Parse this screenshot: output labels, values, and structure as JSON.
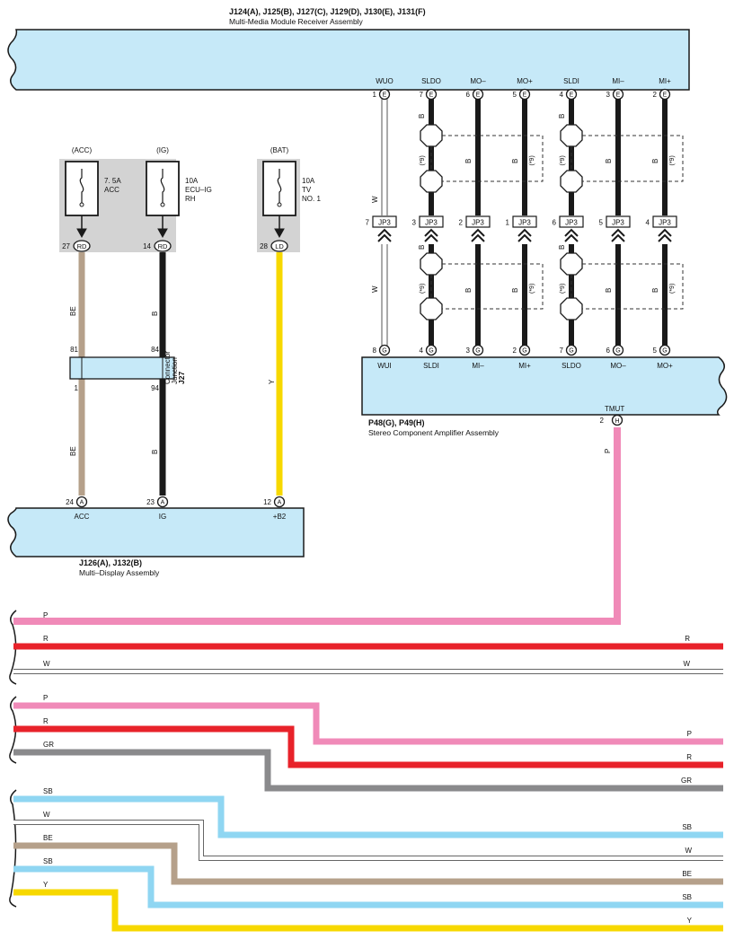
{
  "receiver": {
    "codes": "J124(A), J125(B), J127(C), J129(D), J130(E), J131(F)",
    "name": "Multi-Media Module Receiver Assembly",
    "connector": "E",
    "pins": [
      {
        "label": "WUO",
        "num": "1"
      },
      {
        "label": "SLDO",
        "num": "7"
      },
      {
        "label": "MO–",
        "num": "6"
      },
      {
        "label": "MO+",
        "num": "5"
      },
      {
        "label": "SLDI",
        "num": "4"
      },
      {
        "label": "MI–",
        "num": "3"
      },
      {
        "label": "MI+",
        "num": "2"
      }
    ]
  },
  "amplifier": {
    "codes": "P48(G), P49(H)",
    "name": "Stereo Component Amplifier Assembly",
    "connector": "G",
    "pins": [
      {
        "label": "WUI",
        "num": "8"
      },
      {
        "label": "SLDI",
        "num": "4"
      },
      {
        "label": "MI–",
        "num": "3"
      },
      {
        "label": "MI+",
        "num": "2"
      },
      {
        "label": "SLDO",
        "num": "7"
      },
      {
        "label": "MO–",
        "num": "6"
      },
      {
        "label": "MO+",
        "num": "5"
      }
    ],
    "tmut": {
      "label": "TMUT",
      "num": "2",
      "connector": "H",
      "wire": "P"
    }
  },
  "jp3": {
    "name": "JP3",
    "nums": [
      "7",
      "3",
      "2",
      "1",
      "6",
      "5",
      "4"
    ],
    "wire_upper": [
      "W",
      "B",
      "B",
      "B",
      "B",
      "B",
      "B"
    ],
    "wire_lower": [
      "W",
      "B",
      "B",
      "B",
      "B",
      "B",
      "B"
    ],
    "shield_note": "(*9)"
  },
  "fuses": [
    {
      "source": "(ACC)",
      "rating": "7. 5A",
      "name1": "ACC",
      "name2": "",
      "pin": "27",
      "conn": "RD"
    },
    {
      "source": "(IG)",
      "rating": "10A",
      "name1": "ECU–IG",
      "name2": "RH",
      "pin": "14",
      "conn": "RD"
    },
    {
      "source": "(BAT)",
      "rating": "10A",
      "name1": "TV",
      "name2": "NO. 1",
      "pin": "28",
      "conn": "LD"
    }
  ],
  "junction": {
    "code": "J27",
    "name1": "Junction",
    "name2": "Connector",
    "pins": [
      "81",
      "84",
      "1",
      "94"
    ],
    "wires": [
      "BE",
      "B",
      "Y",
      "BE",
      "B"
    ]
  },
  "display": {
    "codes": "J126(A), J132(B)",
    "name": "Multi–Display Assembly",
    "connector": "A",
    "pins": [
      {
        "label": "ACC",
        "num": "24"
      },
      {
        "label": "IG",
        "num": "23"
      },
      {
        "label": "+B2",
        "num": "12"
      }
    ]
  },
  "legend": {
    "straight": [
      {
        "code": "P",
        "color": "#f08ab8"
      },
      {
        "code": "R",
        "color": "#e8222a"
      },
      {
        "code": "W",
        "color": "#ffffff"
      }
    ],
    "group2": [
      {
        "code": "P",
        "color": "#f08ab8"
      },
      {
        "code": "R",
        "color": "#e8222a"
      },
      {
        "code": "GR",
        "color": "#8a8a8c"
      }
    ],
    "group3": [
      {
        "code": "SB",
        "color": "#8fd6f2"
      },
      {
        "code": "W",
        "color": "#ffffff"
      },
      {
        "code": "BE",
        "color": "#b5a08a"
      },
      {
        "code": "SB",
        "color": "#8fd6f2"
      },
      {
        "code": "Y",
        "color": "#f7d800"
      }
    ]
  },
  "colors": {
    "assembly_fill": "#c6e9f8",
    "fuse_box": "#d3d3d3",
    "black_wire": "#1a1a1a",
    "beige_wire": "#b5a08a",
    "yellow_wire": "#f7d800",
    "pink_wire": "#f08ab8"
  }
}
